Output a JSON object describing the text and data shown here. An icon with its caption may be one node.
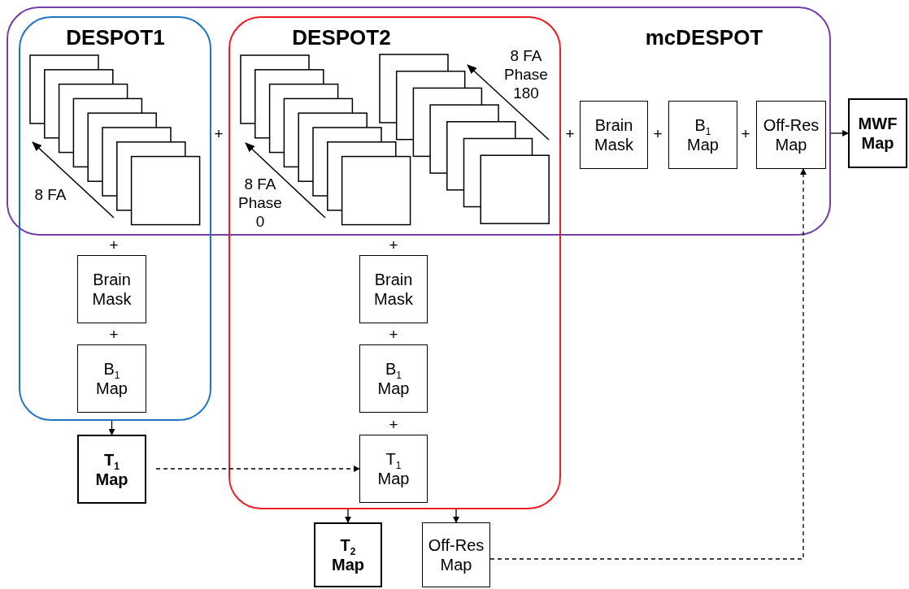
{
  "diagram": {
    "nodes": [
      {
        "text": [
          "mcDESPOT"
        ]
      },
      {
        "text": [
          "DESPOT1"
        ]
      },
      {
        "text": [
          "DESPOT2"
        ]
      },
      {
        "text": [
          "Brain Mask"
        ],
        "in": 0
      },
      {
        "text": [
          "B$_{1}$ Map"
        ],
        "in": 0
      },
      {
        "text": [
          "Off-Res Map"
        ],
        "in": 0
      },
      {
        "text": [
          "MWF Map"
        ]
      },
      {
        "text": [
          "Brain Mask"
        ],
        "in": 1
      },
      {
        "text": [
          "B$_{1}$ Map"
        ],
        "in": 1
      },
      {
        "text": [
          "T$_{1}$ Map"
        ]
      },
      {
        "text": [
          "Brain Mask"
        ],
        "in": 2
      },
      {
        "text": [
          "B$_{1}$ Map"
        ],
        "in": 2
      },
      {
        "text": [
          "T$_{1}$ Map"
        ],
        "in": 2
      },
      {
        "text": [
          "T$_{2}$ Map"
        ]
      },
      {
        "text": [
          "Off-Res Map"
        ]
      }
    ],
    "edges": [
      {
        "from": 0,
        "to": 6,
        "arrow": "to"
      },
      {
        "from": 1,
        "to": 9,
        "arrow": "to"
      },
      {
        "from": 9,
        "to": 12,
        "arrow": "to",
        "style": "dashed"
      },
      {
        "from": 2,
        "to": 13,
        "arrow": "to"
      },
      {
        "from": 2,
        "to": 14,
        "arrow": "to"
      },
      {
        "from": 14,
        "to": 5,
        "arrow": "to",
        "style": "dashed"
      }
    ],
    "labels": [
      "8 FA",
      "+",
      "8 FA Phase 180",
      "8 FA Phase 0",
      "+",
      "+",
      "+",
      "+",
      "+",
      "+",
      "+",
      "+"
    ]
  }
}
